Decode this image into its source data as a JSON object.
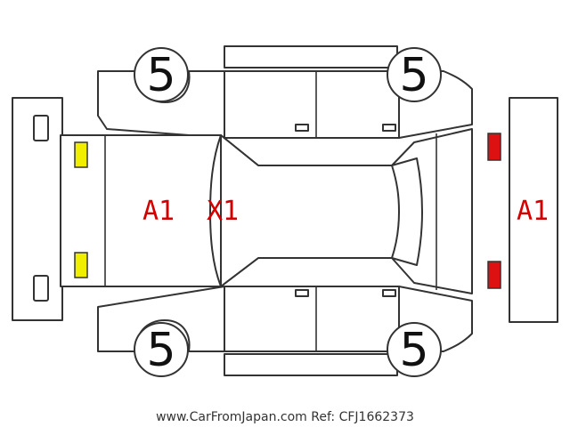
{
  "diagram": {
    "tire_grades": {
      "front_left": "5",
      "front_right": "5",
      "rear_left": "5",
      "rear_right": "5"
    },
    "damage_codes": {
      "front_bumper": "A1",
      "hood": "X1",
      "rear_bumper": "A1"
    },
    "colors": {
      "damage_text": "#d40000",
      "front_lamp": "#f2ee00",
      "rear_lamp": "#dd1111",
      "outline": "#333333"
    }
  },
  "footer": {
    "credit": "www.CarFromJapan.com Ref: CFJ1662373"
  }
}
